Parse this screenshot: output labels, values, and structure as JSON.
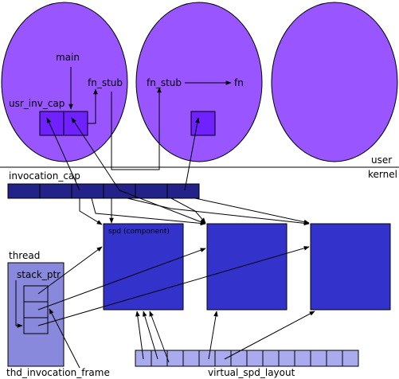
{
  "colors": {
    "user_space": "#9955ff",
    "kernel_box": "#3333cc",
    "cap_table": "#222288",
    "thread_box": "#8888dd",
    "spd_layout": "#aaaaee",
    "line": "#000000"
  },
  "labels": {
    "user": "user",
    "kernel": "kernel",
    "main": "main",
    "fn_stub_left": "fn_stub",
    "fn_stub_right": "fn_stub",
    "fn": "fn",
    "usr_inv_cap": "usr_inv_cap",
    "invocation_cap": "invocation_cap",
    "spd_component": "spd (component)",
    "thread": "thread",
    "stack_ptr": "stack_ptr",
    "thd_invocation_frame": "thd_invocation_frame",
    "virtual_spd_layout": "virtual_spd_layout"
  },
  "icons": {
    "arrowhead": "triangle-arrowhead"
  }
}
